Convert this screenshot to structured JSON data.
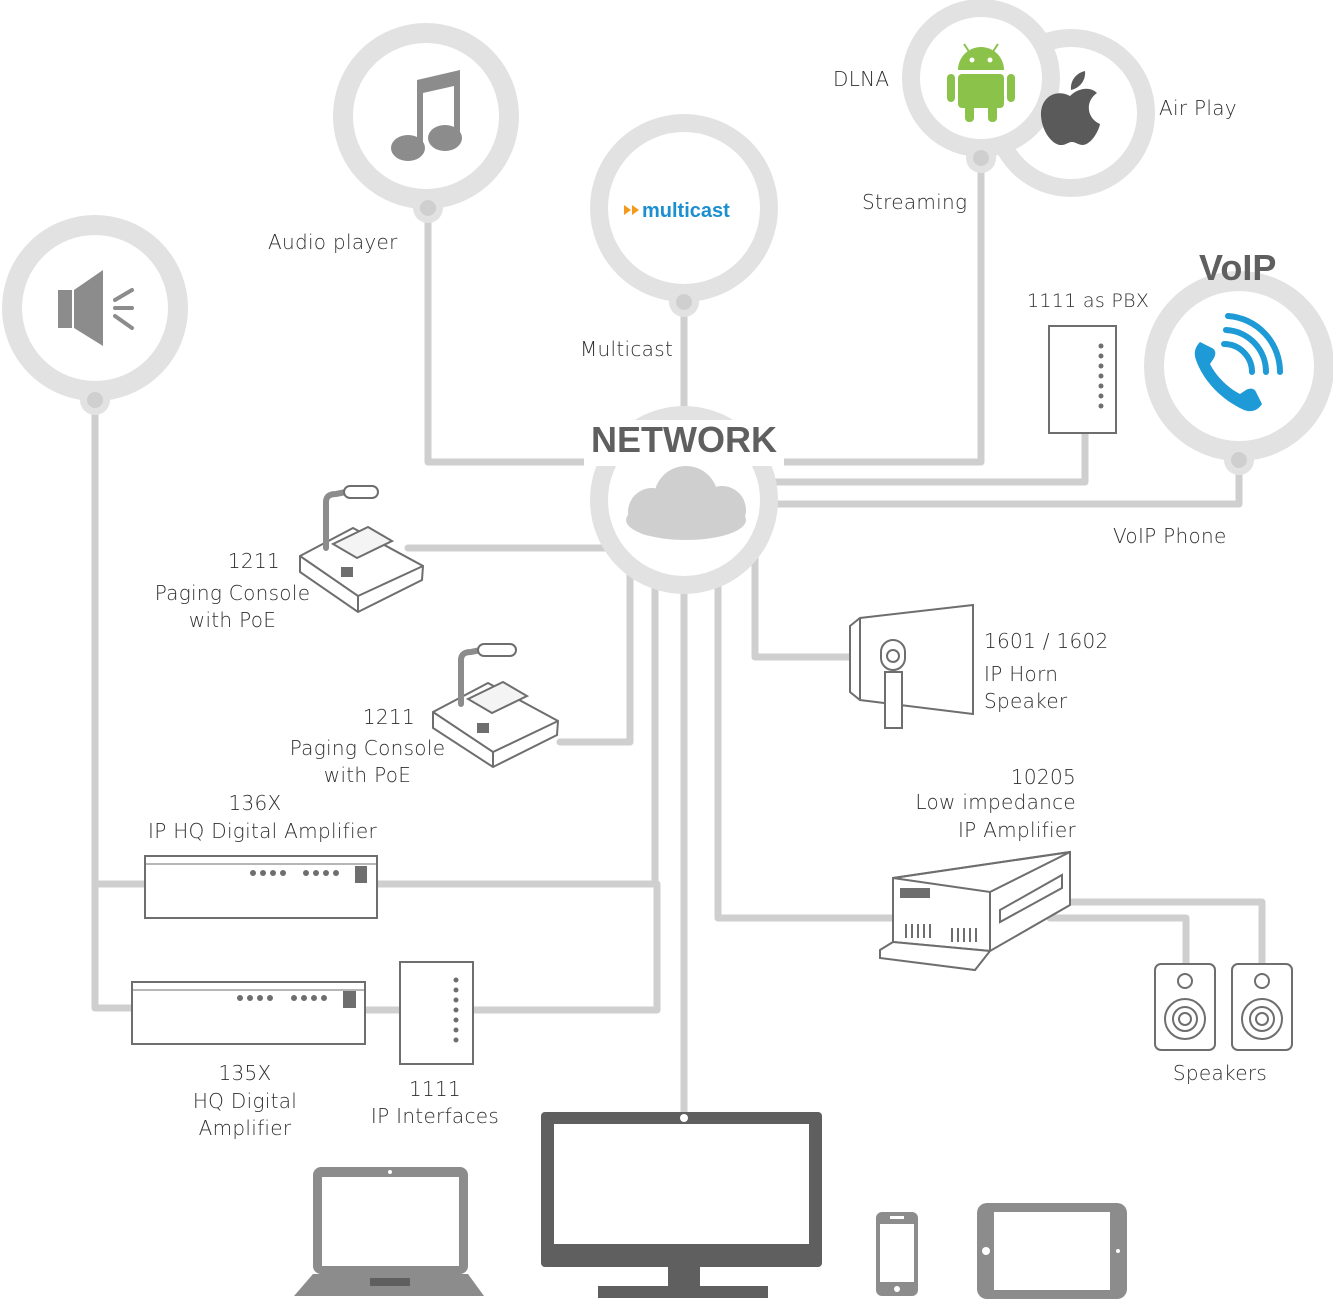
{
  "network": {
    "title": "NETWORK"
  },
  "sources": {
    "audio_player": "Audio player",
    "multicast": "Multicast",
    "multicast_logo": "multicast",
    "dlna": "DLNA",
    "airplay": "Air Play",
    "streaming": "Streaming",
    "voip_title": "VoIP",
    "pbx": "1111 as PBX",
    "voip_phone": "VoIP Phone"
  },
  "devices": {
    "console1": {
      "model": "1211",
      "line1": "Paging Console",
      "line2": "with PoE"
    },
    "console2": {
      "model": "1211",
      "line1": "Paging Console",
      "line2": "with PoE"
    },
    "horn": {
      "model": "1601 / 1602",
      "line1": "IP Horn",
      "line2": "Speaker"
    },
    "amp10205": {
      "model": "10205",
      "line1": "Low impedance",
      "line2": "IP Amplifier"
    },
    "amp136": {
      "model": "136X",
      "line1": "IP HQ Digital Amplifier"
    },
    "amp135": {
      "model": "135X",
      "line1": "HQ Digital",
      "line2": "Amplifier"
    },
    "ipif": {
      "model": "1111",
      "line1": "IP Interfaces"
    },
    "speakers": "Speakers"
  },
  "colors": {
    "line": "#cfcfcf",
    "ring": "#e2e2e2",
    "icon": "#8c8c8c",
    "device_stroke": "#6e6e6e",
    "android": "#8bc24a",
    "voip_blue": "#1e9ad6",
    "multicast_orange": "#f39a1e",
    "multicast_blue": "#1c8fd0"
  },
  "icons": [
    "speaker-icon",
    "music-note-icon",
    "multicast-logo",
    "android-icon",
    "apple-icon",
    "phone-icon",
    "cloud-icon",
    "laptop-icon",
    "monitor-icon",
    "phone-device-icon",
    "tablet-icon"
  ]
}
